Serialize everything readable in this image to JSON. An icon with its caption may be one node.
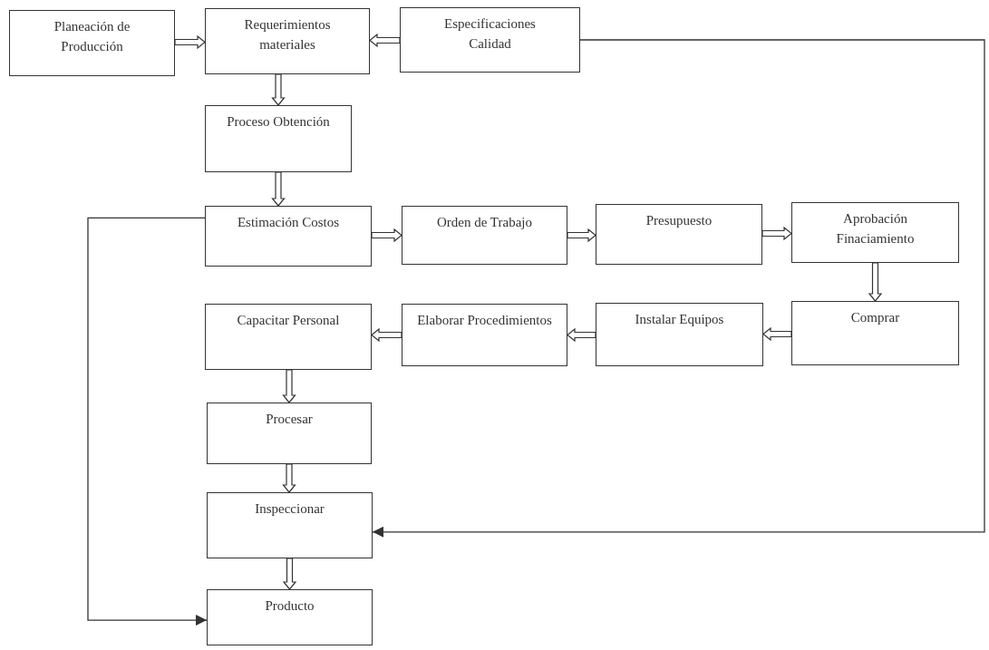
{
  "diagram": {
    "nodes": [
      {
        "text": [
          "Planeación de Producción"
        ]
      },
      {
        "text": [
          "Requerimientos materiales"
        ]
      },
      {
        "text": [
          "Especificaciones Calidad"
        ]
      },
      {
        "text": [
          "Proceso Obtención"
        ]
      },
      {
        "text": [
          "Estimación Costos"
        ]
      },
      {
        "text": [
          "Orden de Trabajo"
        ]
      },
      {
        "text": [
          "Presupuesto"
        ]
      },
      {
        "text": [
          "Aprobación Finaciamiento"
        ]
      },
      {
        "text": [
          "Comprar"
        ]
      },
      {
        "text": [
          "Instalar Equipos"
        ]
      },
      {
        "text": [
          "Elaborar Procedimientos"
        ]
      },
      {
        "text": [
          "Capacitar Personal"
        ]
      },
      {
        "text": [
          "Procesar"
        ]
      },
      {
        "text": [
          "Inspeccionar"
        ]
      },
      {
        "text": [
          "Producto"
        ]
      }
    ],
    "edges": [
      {
        "from": 0,
        "to": 1,
        "arrow": "to"
      },
      {
        "from": 2,
        "to": 1,
        "arrow": "to"
      },
      {
        "from": 1,
        "to": 3,
        "arrow": "to"
      },
      {
        "from": 3,
        "to": 4,
        "arrow": "to"
      },
      {
        "from": 4,
        "to": 5,
        "arrow": "to"
      },
      {
        "from": 5,
        "to": 6,
        "arrow": "to"
      },
      {
        "from": 6,
        "to": 7,
        "arrow": "to"
      },
      {
        "from": 7,
        "to": 8,
        "arrow": "to"
      },
      {
        "from": 8,
        "to": 9,
        "arrow": "to"
      },
      {
        "from": 9,
        "to": 10,
        "arrow": "to"
      },
      {
        "from": 10,
        "to": 11,
        "arrow": "to"
      },
      {
        "from": 11,
        "to": 12,
        "arrow": "to"
      },
      {
        "from": 12,
        "to": 13,
        "arrow": "to"
      },
      {
        "from": 13,
        "to": 14,
        "arrow": "to"
      },
      {
        "from": 2,
        "to": 13,
        "arrow": "to"
      },
      {
        "from": 4,
        "to": 14,
        "arrow": "to"
      }
    ]
  }
}
